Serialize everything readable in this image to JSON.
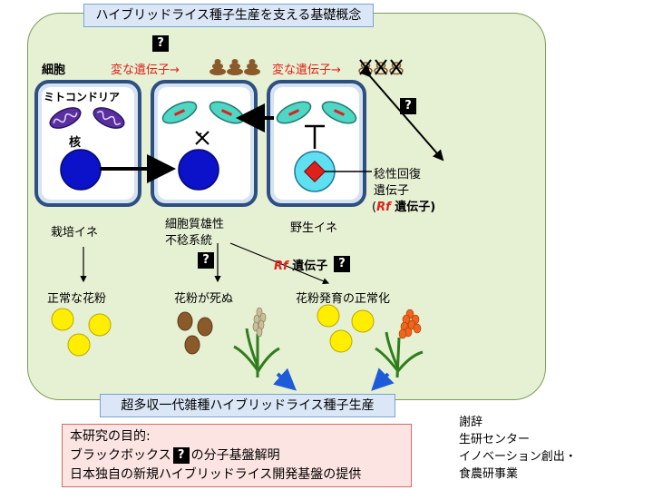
{
  "title": "ハイブリッドライス種子生産を支える基礎概念",
  "labels": {
    "cell": "細胞",
    "mitochondria": "ミトコンドリア",
    "nucleus": "核",
    "weird_gene_1": "変な遺伝子→",
    "weird_gene_2": "変な遺伝子→",
    "restorer_line1": "稔性回復",
    "restorer_line2": "遺伝子",
    "restorer_line3_rf": "Rf",
    "restorer_line3_rest": " 遺伝子)",
    "restorer_paren": "(",
    "cultivated": "栽培イネ",
    "cms_line1": "細胞質雄性",
    "cms_line2": "不稔系統",
    "wild": "野生イネ",
    "rf_label_rf": "Rf",
    "rf_label_rest": " 遺伝子",
    "normal_pollen": "正常な花粉",
    "pollen_dies": "花粉が死ぬ",
    "pollen_normalized": "花粉発育の正常化",
    "question": "?"
  },
  "bottom_banner": "超多収一代雑種ハイブリッドライス種子生産",
  "purpose": {
    "line1": "本研究の目的:",
    "line2_a": "ブラックボックス",
    "line2_b": "の分子基盤解明",
    "line3": "日本独自の新規ハイブリッドライス開発基盤の提供"
  },
  "acknowledgement": {
    "line1": "謝辞",
    "line2": "生研センター",
    "line3": "イノベーション創出・",
    "line4": "食農研事業"
  },
  "colors": {
    "panel_bg": "#e6f0d3",
    "banner_bg": "#dbe7f7",
    "purpose_bg": "#fbe4e2",
    "nucleus": "#0b12c9",
    "mito_teal": "#4fd6c4",
    "mito_purple": "#5a2fa0",
    "pollen_normal": "#ffee00",
    "pollen_dead": "#8a5a2b",
    "red_text": "#e0201b",
    "blue_arrow": "#1e5bd9"
  }
}
